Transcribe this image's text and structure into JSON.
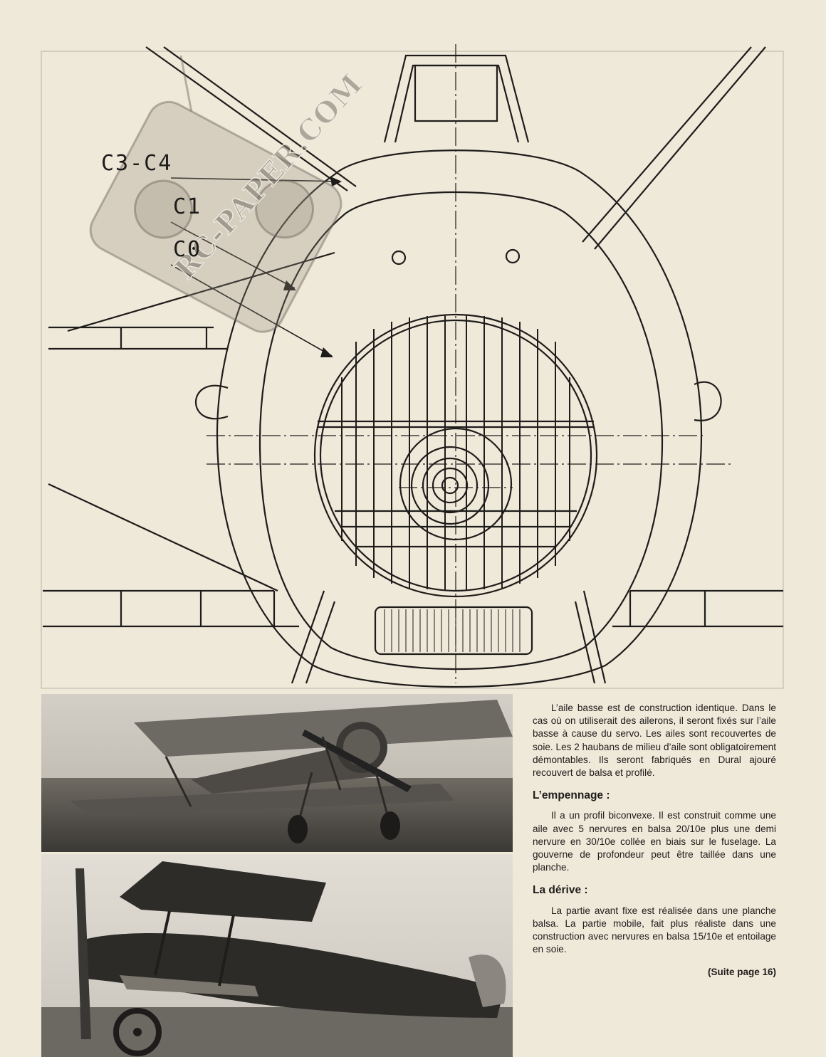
{
  "drawing": {
    "labels": {
      "c3_c4": "C3-C4",
      "c1": "C1",
      "c0": "C0"
    }
  },
  "watermark": {
    "text": "RC-PAPER.COM"
  },
  "article": {
    "paragraph_wing": "L’aile basse est de construction identique. Dans le cas où on utiliserait des ailerons, il seront fixés sur l’aile basse à cause du servo. Les ailes sont recouvertes de soie. Les 2 haubans de milieu d’aile sont obligatoirement démontables. Ils seront fabriqués en Dural ajouré recouvert de balsa et profilé.",
    "heading_empennage": "L’empennage :",
    "paragraph_empennage": "Il a un profil biconvexe. Il est construit comme une aile avec 5 nervures en balsa 20/10e plus une demi nervure en 30/10e collée en biais sur le fuselage. La gouverne de profondeur peut être taillée dans une planche.",
    "heading_derive": "La dérive :",
    "paragraph_derive": "La partie avant fixe est réalisée dans une planche balsa. La partie mobile, fait plus réaliste dans une construction avec nervures en balsa 15/10e et entoilage en soie.",
    "continued": "(Suite page 16)"
  },
  "colors": {
    "paper": "#efe9da",
    "ink": "#1e1c1a"
  }
}
